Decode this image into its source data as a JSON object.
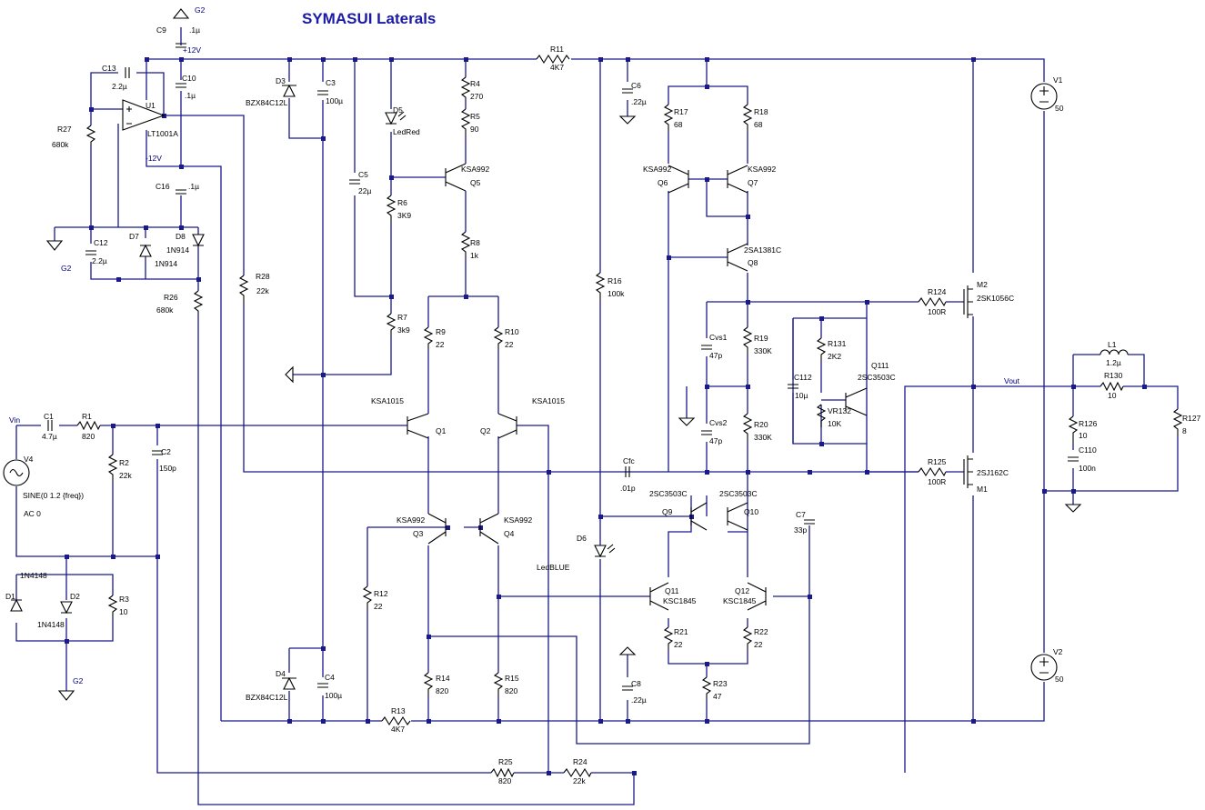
{
  "title": "SYMASUI  Laterals",
  "nets": {
    "g2_top": "G2",
    "g2_left": "G2",
    "g2_bottom": "G2",
    "p12": "+12V",
    "m12": "-12V",
    "vin": "Vin",
    "vout": "Vout"
  },
  "labels": {
    "c9": "C9",
    "c9v": ".1µ",
    "c10": "C10",
    "c10v": ".1µ",
    "c13": "C13",
    "c13v": "2.2µ",
    "u1": "U1",
    "u1v": "LT1001A",
    "r27": "R27",
    "r27v": "680k",
    "c16": "C16",
    "c16v": ".1µ",
    "c12": "C12",
    "c12v": "2.2µ",
    "d7": "D7",
    "d8": "D8",
    "d8v": "1N914",
    "d7v": "1N914",
    "r26": "R26",
    "r26v": "680k",
    "r28": "R28",
    "r28v": "22k",
    "d3": "D3",
    "d3v": "BZX84C12L",
    "c3": "C3",
    "c3v": "100µ",
    "d5": "D5",
    "d5v": "LedRed",
    "c5": "C5",
    "c5v": "22µ",
    "r6": "R6",
    "r6v": "3K9",
    "r7": "R7",
    "r7v": "3k9",
    "r4": "R4",
    "r4v": "270",
    "r5": "R5",
    "r5v": "90",
    "q5v": "KSA992",
    "q5": "Q5",
    "r8": "R8",
    "r8v": "1k",
    "r11": "R11",
    "r11v": "4K7",
    "c6": "C6",
    "c6v": ".22µ",
    "r16": "R16",
    "r16v": "100k",
    "r17": "R17",
    "r17v": "68",
    "r18": "R18",
    "r18v": "68",
    "q6v": "KSA992",
    "q6": "Q6",
    "q7v": "KSA992",
    "q7": "Q7",
    "q8v": "2SA1381C",
    "q8": "Q8",
    "m2": "M2",
    "m2v": "2SK1056C",
    "r124": "R124",
    "r124v": "100R",
    "r131": "R131",
    "r131v": "2K2",
    "q111": "Q111",
    "q111v": "2SC3503C",
    "c112": "C112",
    "c112v": "10µ",
    "vr132": "VR132",
    "vr132v": "10K",
    "cvs1": "Cvs1",
    "cvs1v": "47p",
    "r19": "R19",
    "r19v": "330K",
    "cvs2": "Cvs2",
    "cvs2v": "47p",
    "r20": "R20",
    "r20v": "330K",
    "v1": "V1",
    "v1v": "50",
    "v2": "V2",
    "v2v": "50",
    "l1": "L1",
    "l1v": "1.2µ",
    "r130": "R130",
    "r130v": "10",
    "r127": "R127",
    "r127v": "8",
    "r126": "R126",
    "r126v": "10",
    "c110": "C110",
    "c110v": "100n",
    "r125": "R125",
    "r125v": "100R",
    "m1v": "2SJ162C",
    "m1": "M1",
    "cc": "Cfc",
    "ccv": ".01p",
    "q9v": "2SC3503C",
    "q9": "Q9",
    "q10v": "2SC3503C",
    "q10": "Q10",
    "c7": "C7",
    "c7v": "33p",
    "d6": "D6",
    "d6v": "LedBLUE",
    "q11": "Q11",
    "q11v": "KSC1845",
    "q12": "Q12",
    "q12v": "KSC1845",
    "r21": "R21",
    "r21v": "22",
    "r22": "R22",
    "r22v": "22",
    "r23": "R23",
    "r23v": "47",
    "c8": "C8",
    "c8v": ".22µ",
    "c1": "C1",
    "c1v": "4.7µ",
    "r1": "R1",
    "r1v": "820",
    "r2": "R2",
    "r2v": "22k",
    "c2": "C2",
    "c2v": "150p",
    "v4": "V4",
    "v4v": "SINE(0 1.2 {freq})",
    "v4ac": "AC 0",
    "d1": "D1",
    "d1v": "1N4148",
    "d2": "D2",
    "d2v": "1N4148",
    "r3": "R3",
    "r3v": "10",
    "r9": "R9",
    "r9v": "22",
    "r10": "R10",
    "r10v": "22",
    "q1v": "KSA1015",
    "q1": "Q1",
    "q2v": "KSA1015",
    "q2": "Q2",
    "q3v": "KSA992",
    "q3": "Q3",
    "q4v": "KSA992",
    "q4": "Q4",
    "r12": "R12",
    "r12v": "22",
    "r14": "R14",
    "r14v": "820",
    "r15": "R15",
    "r15v": "820",
    "d4": "D4",
    "d4v": "BZX84C12L",
    "c4": "C4",
    "c4v": "100µ",
    "r13": "R13",
    "r13v": "4K7",
    "r25": "R25",
    "r25v": "820",
    "r24": "R24",
    "r24v": "22k"
  },
  "colors": {
    "wire": "#1a1a8c",
    "component": "#000000",
    "title": "#1a1aa6"
  }
}
